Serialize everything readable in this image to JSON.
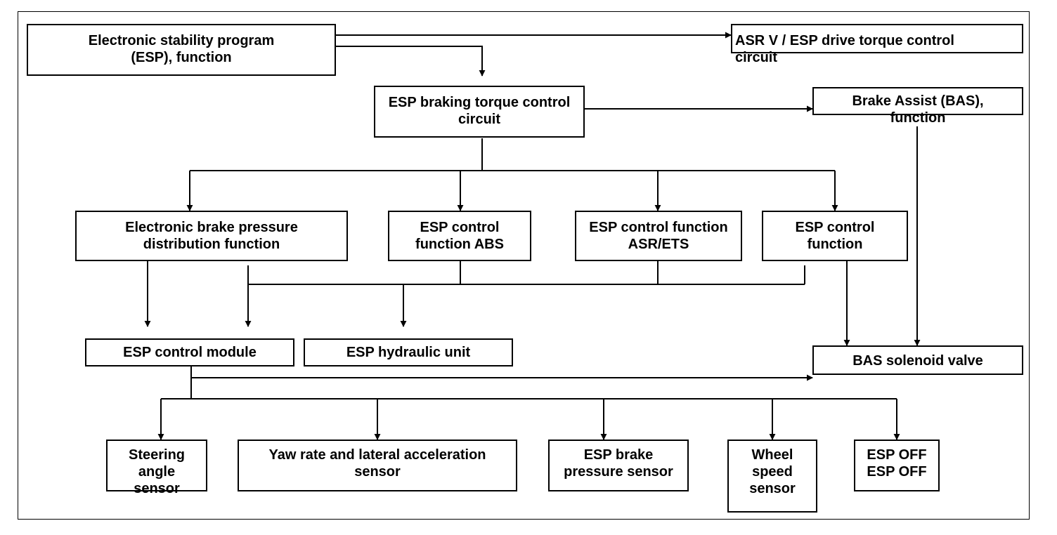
{
  "colors": {
    "line": "#000000",
    "background": "#ffffff",
    "text": "#000000"
  },
  "boxes": {
    "esp_function": "Electronic stability program\n(ESP), function",
    "asr_drive_torque": "ASR V / ESP drive torque control\ncircuit",
    "braking_torque": "ESP braking torque control\ncircuit",
    "brake_assist": "Brake Assist (BAS),\nfunction",
    "ebd_function": "Electronic brake pressure\ndistribution function",
    "abs_function": "ESP control\nfunction ABS",
    "asr_ets_function": "ESP control function\nASR/ETS",
    "esp_control_function": "ESP control\nfunction",
    "control_module": "ESP control module",
    "hydraulic_unit": "ESP hydraulic unit",
    "bas_valve": "BAS solenoid valve",
    "steering_sensor": "Steering\nangle\nsensor",
    "yaw_sensor": "Yaw rate and lateral acceleration\nsensor",
    "pressure_sensor": "ESP brake\npressure sensor",
    "wheel_sensor": "Wheel\nspeed\nsensor",
    "esp_off": "ESP OFF\nESP OFF"
  }
}
